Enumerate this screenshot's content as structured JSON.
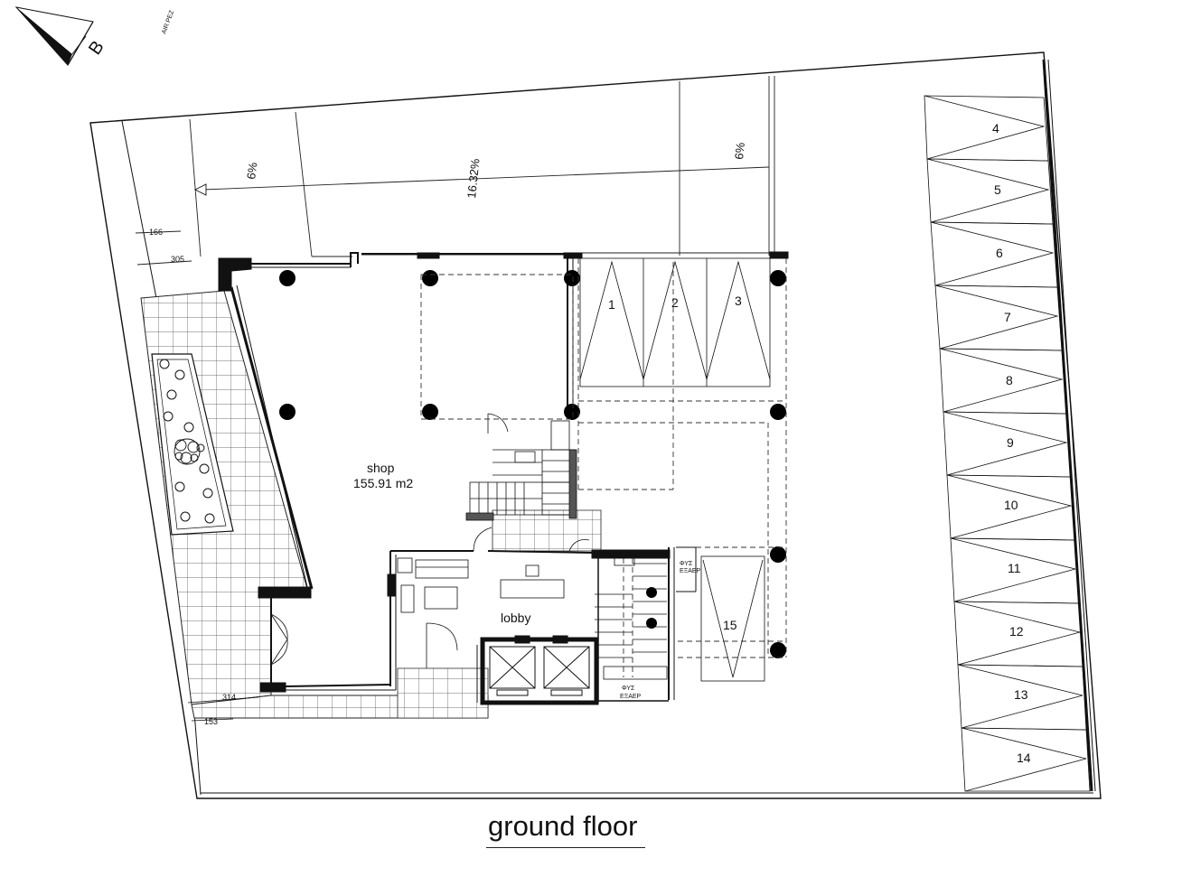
{
  "title": "ground floor",
  "north_label": "B",
  "north_small_label": "AIR PEZ",
  "rooms": {
    "shop_name": "shop",
    "shop_area": "155.91 m2",
    "lobby_name": "lobby"
  },
  "ramp": {
    "slope_left": "6%",
    "slope_mid": "16.32%",
    "slope_right": "6%"
  },
  "dimensions": {
    "d166": "166",
    "d305": "305",
    "d314": "314",
    "d153": "153"
  },
  "utility_labels": {
    "ups_line1": "ΦΥΣ",
    "ups_line2": "ΕΞΑΕΡ",
    "ups2_line1": "ΦΥΣ",
    "ups2_line2": "ΕΞΑΕΡ"
  },
  "parking_top": [
    "1",
    "2",
    "3"
  ],
  "parking_right": [
    "4",
    "5",
    "6",
    "7",
    "8",
    "9",
    "10",
    "11",
    "12",
    "13",
    "14"
  ],
  "parking_15": "15"
}
